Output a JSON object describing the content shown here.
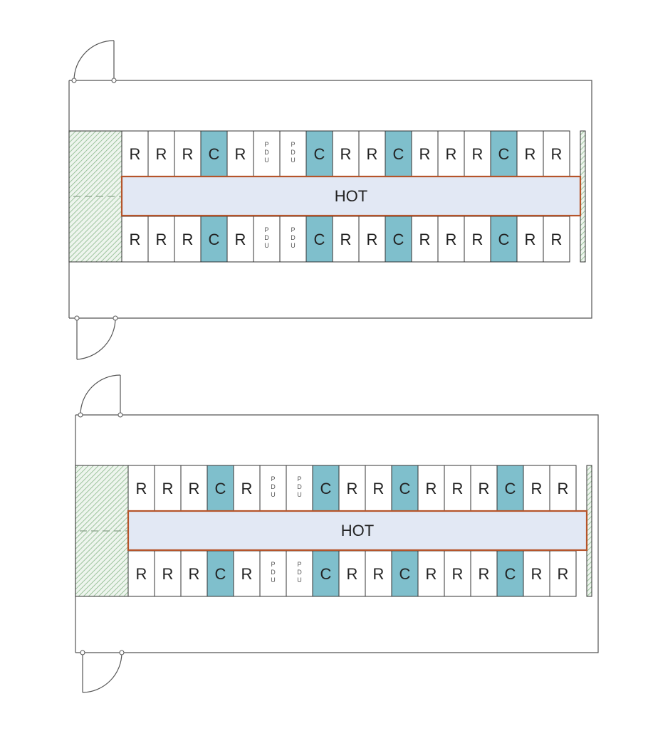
{
  "colors": {
    "hot_fill": "#e2e8f4",
    "hot_border": "#b5542a",
    "cooling_fill": "#7fbfcc",
    "rack_fill": "#ffffff",
    "endcap_hatch": "#8ab88a"
  },
  "legend_words": {
    "R": "R",
    "C": "C",
    "P": [
      "P",
      "D",
      "U"
    ]
  },
  "layouts": [
    {
      "hot_label": "HOT",
      "top_row": [
        "R",
        "R",
        "R",
        "C",
        "R",
        "P",
        "P",
        "C",
        "R",
        "R",
        "C",
        "R",
        "R",
        "R",
        "C",
        "R",
        "R"
      ],
      "bottom_row": [
        "R",
        "R",
        "R",
        "C",
        "R",
        "P",
        "P",
        "C",
        "R",
        "R",
        "C",
        "R",
        "R",
        "R",
        "C",
        "R",
        "R"
      ]
    },
    {
      "hot_label": "HOT",
      "top_row": [
        "R",
        "R",
        "R",
        "C",
        "R",
        "P",
        "P",
        "C",
        "R",
        "R",
        "C",
        "R",
        "R",
        "R",
        "C",
        "R",
        "R"
      ],
      "bottom_row": [
        "R",
        "R",
        "R",
        "C",
        "R",
        "P",
        "P",
        "C",
        "R",
        "R",
        "C",
        "R",
        "R",
        "R",
        "C",
        "R",
        "R"
      ]
    }
  ]
}
